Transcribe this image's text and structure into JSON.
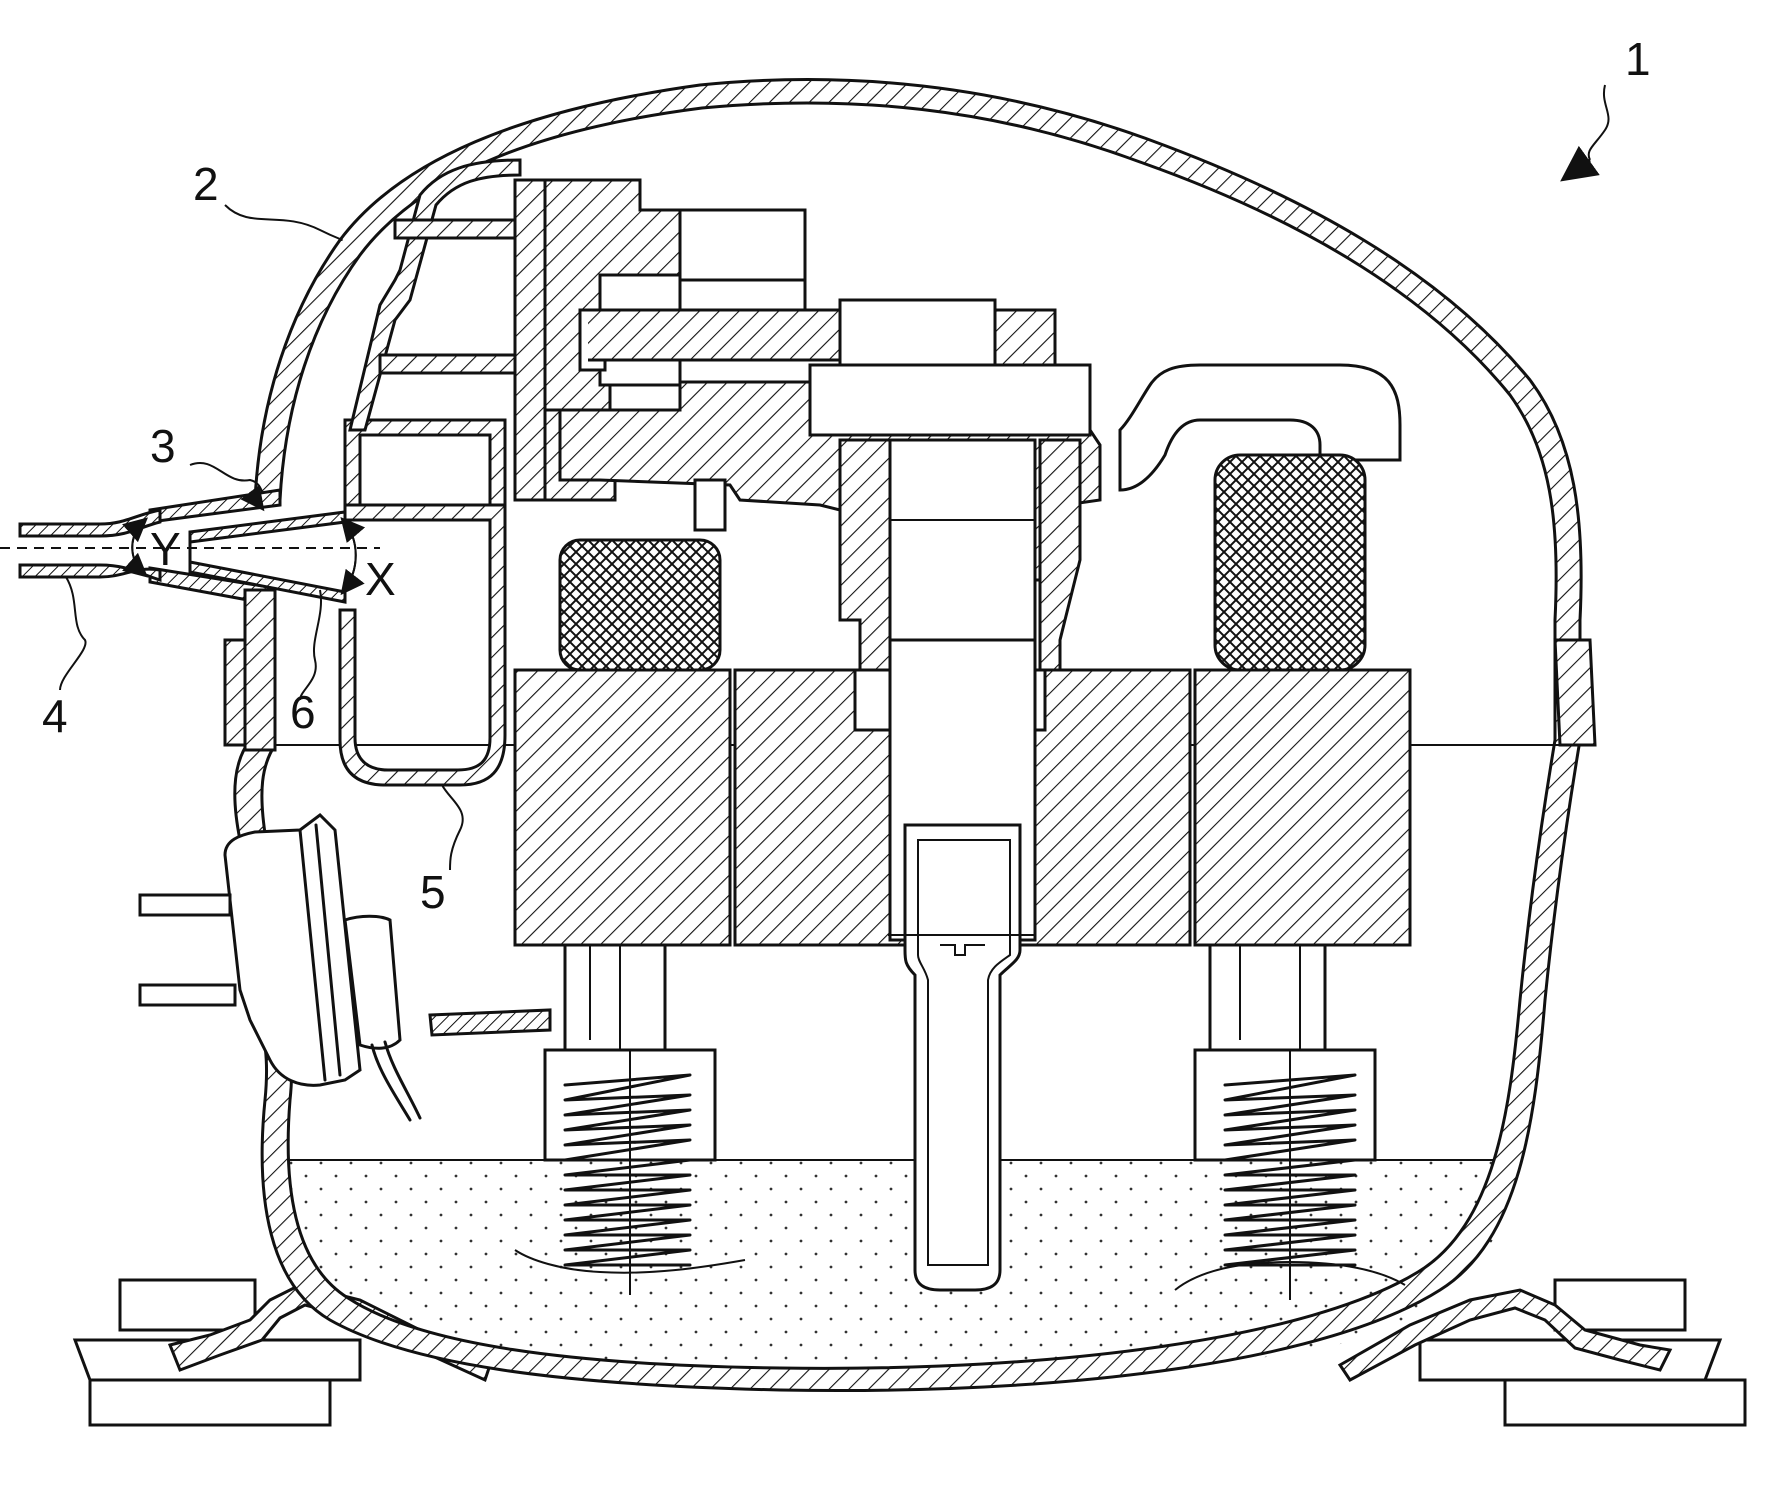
{
  "figure": {
    "reference_numerals": {
      "assembly": "1",
      "housing": "2",
      "suction_connection": "3",
      "suction_pipe": "4",
      "muffler": "5",
      "muffler_inlet": "6"
    },
    "angle_labels": {
      "x": "X",
      "y": "Y"
    },
    "colors": {
      "ink": "#111111",
      "background": "#ffffff"
    }
  }
}
